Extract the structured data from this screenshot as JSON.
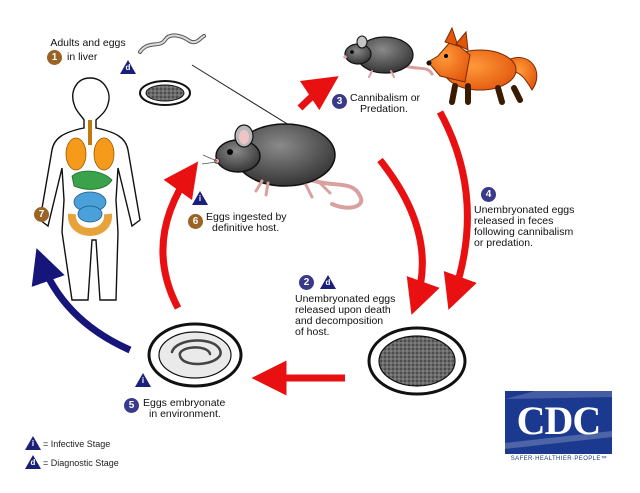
{
  "colors": {
    "arrow_red": "#e81010",
    "arrow_blue": "#15157a",
    "stage_number": "#9a6426",
    "stage_number_3": "#3a3a8a",
    "cdc_blue": "#1b3a8f"
  },
  "stages": [
    {
      "num": "1",
      "text": [
        "Adults and eggs",
        "in liver"
      ],
      "marker": "d"
    },
    {
      "num": "2",
      "text": [
        "Unembryonated eggs",
        "released upon death",
        "and decomposition",
        "of host."
      ],
      "marker": "d"
    },
    {
      "num": "3",
      "text": [
        "Cannibalism or",
        "Predation."
      ]
    },
    {
      "num": "4",
      "text": [
        "Unembryonated eggs",
        "released in feces",
        "following cannibalism",
        "or predation."
      ]
    },
    {
      "num": "5",
      "text": [
        "Eggs embryonate",
        "in environment."
      ],
      "marker": "i"
    },
    {
      "num": "6",
      "text": [
        "Eggs ingested by",
        "definitive host."
      ],
      "marker": "i"
    },
    {
      "num": "7"
    }
  ],
  "legend": [
    {
      "marker": "i",
      "text": "= Infective Stage"
    },
    {
      "marker": "d",
      "text": "= Diagnostic Stage"
    }
  ],
  "logo": {
    "name": "CDC",
    "tagline": "SAFER·HEALTHIER·PEOPLE™"
  }
}
